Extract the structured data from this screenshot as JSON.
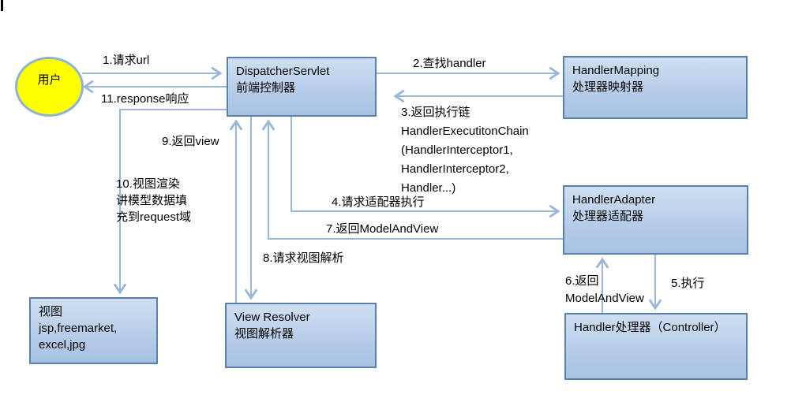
{
  "diagram_title": "DispatcherServlet flow diagram",
  "colors": {
    "box_fill_top": "#cfdff2",
    "box_fill_bottom": "#a6c2e3",
    "box_border": "#5c80ac",
    "arrow": "#9ab7da",
    "circle_fill": "#ffff00",
    "circle_border": "#8fb2d9",
    "text": "#000000"
  },
  "nodes": {
    "user": {
      "label": "用户"
    },
    "dispatcher_servlet": {
      "lines": [
        "DispatcherServlet",
        "前端控制器"
      ]
    },
    "handler_mapping": {
      "lines": [
        "HandlerMapping",
        "处理器映射器"
      ]
    },
    "handler_adapter": {
      "lines": [
        "HandlerAdapter",
        "处理器适配器"
      ]
    },
    "handler": {
      "lines": [
        "Handler处理器（Controller）"
      ]
    },
    "view_resolver": {
      "lines": [
        "View Resolver",
        "视图解析器"
      ]
    },
    "view": {
      "lines": [
        "视图",
        "jsp,freemarket,",
        "excel,jpg"
      ]
    }
  },
  "steps": {
    "s1": "1.请求url",
    "s2": "2.查找handler",
    "s3": [
      "3.返回执行链",
      "HandlerExecutitonChain",
      "(HandlerInterceptor1,",
      "HandlerInterceptor2,",
      "Handler...)"
    ],
    "s4": "4.请求适配器执行",
    "s5": "5.执行",
    "s6": [
      "6.返回",
      "ModelAndView"
    ],
    "s7": "7.返回ModelAndView",
    "s8": "8.请求视图解析",
    "s9": "9.返回view",
    "s10": [
      "10.视图渲染",
      "讲模型数据填",
      "充到request域"
    ],
    "s11": "11.response响应"
  }
}
